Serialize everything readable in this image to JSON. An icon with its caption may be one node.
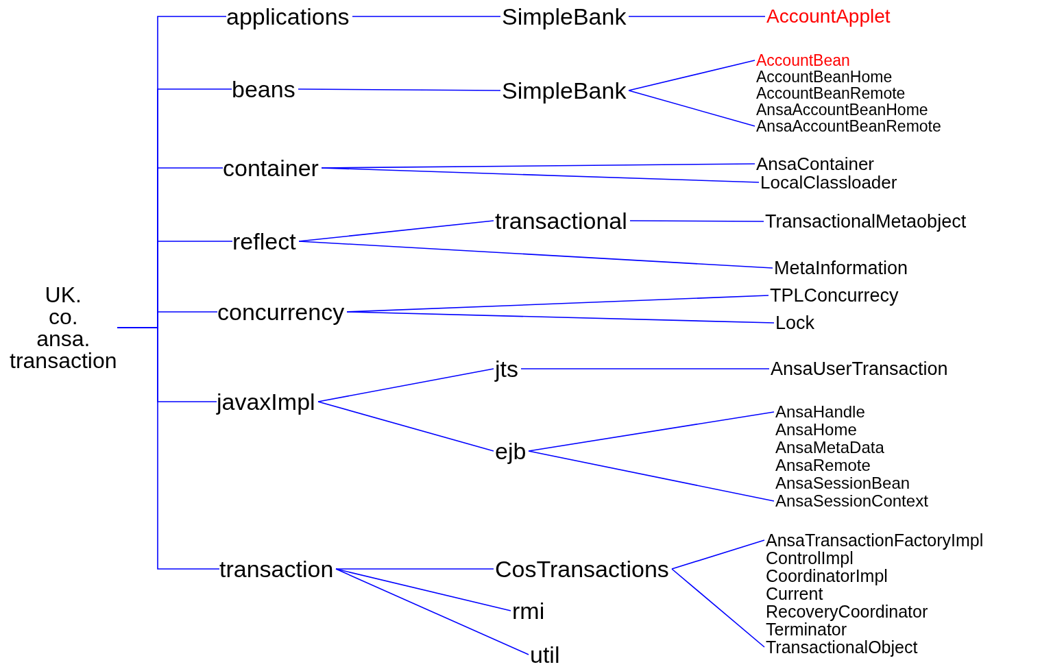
{
  "diagram": {
    "nodes": [
      {
        "text": [
          "UK. co. ansa. transaction"
        ]
      },
      {
        "text": [
          "applications"
        ]
      },
      {
        "text": [
          "SimpleBank"
        ]
      },
      {
        "text": [
          "AccountApplet"
        ]
      },
      {
        "text": [
          "beans"
        ]
      },
      {
        "text": [
          "SimpleBank"
        ]
      },
      {
        "text": [
          "AccountBean"
        ]
      },
      {
        "text": [
          "AccountBeanHome"
        ]
      },
      {
        "text": [
          "AccountBeanRemote"
        ]
      },
      {
        "text": [
          "AnsaAccountBeanHome"
        ]
      },
      {
        "text": [
          "AnsaAccountBeanRemote"
        ]
      },
      {
        "text": [
          "container"
        ]
      },
      {
        "text": [
          "AnsaContainer"
        ]
      },
      {
        "text": [
          "LocalClassloader"
        ]
      },
      {
        "text": [
          "reflect"
        ]
      },
      {
        "text": [
          "transactional"
        ]
      },
      {
        "text": [
          "TransactionalMetaobject"
        ]
      },
      {
        "text": [
          "MetaInformation"
        ]
      },
      {
        "text": [
          "concurrency"
        ]
      },
      {
        "text": [
          "TPLConcurrecy"
        ]
      },
      {
        "text": [
          "Lock"
        ]
      },
      {
        "text": [
          "javaxImpl"
        ]
      },
      {
        "text": [
          "jts"
        ]
      },
      {
        "text": [
          "AnsaUserTransaction"
        ]
      },
      {
        "text": [
          "ejb"
        ]
      },
      {
        "text": [
          "AnsaHandle"
        ]
      },
      {
        "text": [
          "AnsaHome"
        ]
      },
      {
        "text": [
          "AnsaMetaData"
        ]
      },
      {
        "text": [
          "AnsaRemote"
        ]
      },
      {
        "text": [
          "AnsaSessionBean"
        ]
      },
      {
        "text": [
          "AnsaSessionContext"
        ]
      },
      {
        "text": [
          "transaction"
        ]
      },
      {
        "text": [
          "CosTransactions"
        ]
      },
      {
        "text": [
          "rmi"
        ]
      },
      {
        "text": [
          "util"
        ]
      },
      {
        "text": [
          "AnsaTransactionFactoryImpl"
        ]
      },
      {
        "text": [
          "ControlImpl"
        ]
      },
      {
        "text": [
          "CoordinatorImpl"
        ]
      },
      {
        "text": [
          "Current"
        ]
      },
      {
        "text": [
          "RecoveryCoordinator"
        ]
      },
      {
        "text": [
          "Terminator"
        ]
      },
      {
        "text": [
          "TransactionalObject"
        ]
      }
    ],
    "edges": [
      {
        "from": 0,
        "to": 1,
        "arrow": "none"
      },
      {
        "from": 0,
        "to": 4,
        "arrow": "none"
      },
      {
        "from": 0,
        "to": 11,
        "arrow": "none"
      },
      {
        "from": 0,
        "to": 14,
        "arrow": "none"
      },
      {
        "from": 0,
        "to": 18,
        "arrow": "none"
      },
      {
        "from": 0,
        "to": 21,
        "arrow": "none"
      },
      {
        "from": 0,
        "to": 31,
        "arrow": "none"
      },
      {
        "from": 1,
        "to": 2,
        "arrow": "none"
      },
      {
        "from": 2,
        "to": 3,
        "arrow": "none"
      },
      {
        "from": 4,
        "to": 5,
        "arrow": "none"
      },
      {
        "from": 5,
        "to": 6,
        "arrow": "none"
      },
      {
        "from": 5,
        "to": 10,
        "arrow": "none"
      },
      {
        "from": 11,
        "to": 12,
        "arrow": "none"
      },
      {
        "from": 11,
        "to": 13,
        "arrow": "none"
      },
      {
        "from": 14,
        "to": 15,
        "arrow": "none"
      },
      {
        "from": 14,
        "to": 17,
        "arrow": "none"
      },
      {
        "from": 15,
        "to": 16,
        "arrow": "none"
      },
      {
        "from": 18,
        "to": 19,
        "arrow": "none"
      },
      {
        "from": 18,
        "to": 20,
        "arrow": "none"
      },
      {
        "from": 21,
        "to": 22,
        "arrow": "none"
      },
      {
        "from": 21,
        "to": 24,
        "arrow": "none"
      },
      {
        "from": 22,
        "to": 23,
        "arrow": "none"
      },
      {
        "from": 24,
        "to": 25,
        "arrow": "none"
      },
      {
        "from": 24,
        "to": 30,
        "arrow": "none"
      },
      {
        "from": 31,
        "to": 32,
        "arrow": "none"
      },
      {
        "from": 31,
        "to": 33,
        "arrow": "none"
      },
      {
        "from": 31,
        "to": 34,
        "arrow": "none"
      },
      {
        "from": 32,
        "to": 35,
        "arrow": "none"
      },
      {
        "from": 32,
        "to": 41,
        "arrow": "none"
      }
    ]
  }
}
